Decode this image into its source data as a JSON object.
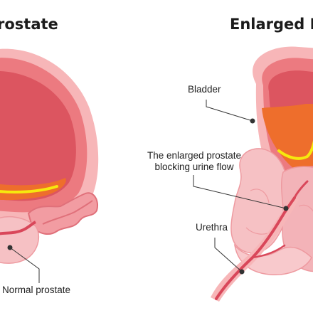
{
  "titles": {
    "left": "rostate",
    "right": "Enlarged P"
  },
  "labels": {
    "normal_prostate": "Normal prostate",
    "bladder": "Bladder",
    "enlarged_line1": "The enlarged prostate",
    "enlarged_line2": "blocking urine flow",
    "urethra": "Urethra"
  },
  "colors": {
    "outer_wall": "#f7b6b8",
    "wall": "#ec7a80",
    "inner": "#dc5560",
    "urine": "#ee6e2c",
    "urine_flow": "#f6e90e",
    "prostate": "#f6c1c4",
    "urethra": "#d9475a",
    "leader": "#333333"
  }
}
